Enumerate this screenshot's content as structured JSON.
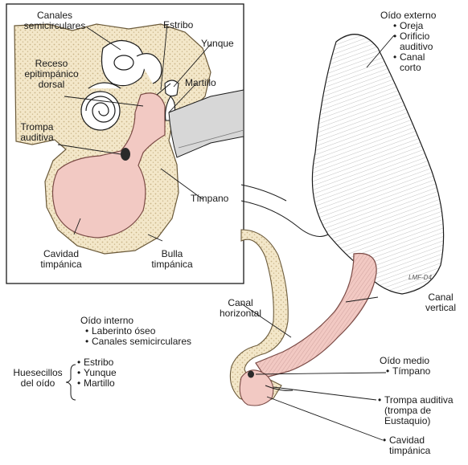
{
  "inset": {
    "semicircular_canals": "Canales\nsemicirculares",
    "stapes": "Estribo",
    "incus": "Yunque",
    "epitympanic_recess": "Receso\nepitimpánico\ndorsal",
    "malleus": "Martillo",
    "auditory_tube": "Trompa\nauditiva",
    "tympanum": "Tímpano",
    "tympanic_cavity": "Cavidad\ntimpánica",
    "tympanic_bulla": "Bulla\ntimpánica"
  },
  "outer_ear": {
    "title": "Oído externo",
    "items": [
      "Oreja",
      "Orificio\nauditivo",
      "Canal\ncorto"
    ]
  },
  "vertical_canal": "Canal\nvertical",
  "horizontal_canal": "Canal\nhorizontal",
  "inner_ear": {
    "title": "Oído interno",
    "items": [
      "Laberinto óseo",
      "Canales semicirculares"
    ]
  },
  "ossicles": {
    "title": "Huesecillos\ndel oído",
    "items": [
      "Estribo",
      "Yunque",
      "Martillo"
    ]
  },
  "middle_ear": {
    "title": "Oído medio",
    "items": [
      "Tímpano"
    ]
  },
  "eustachian_tube": "Trompa auditiva\n(trompa de\nEustaquio)",
  "tympanic_cavity_main": "Cavidad\ntimpánica",
  "bullet": "•",
  "signature": "LMF-D4",
  "colors": {
    "bone_fill": "#f3e7c9",
    "bone_dot": "#c9b488",
    "pink": "#f2c9c3",
    "pink_stroke": "#7a4a45",
    "line": "#1a1a1a"
  }
}
